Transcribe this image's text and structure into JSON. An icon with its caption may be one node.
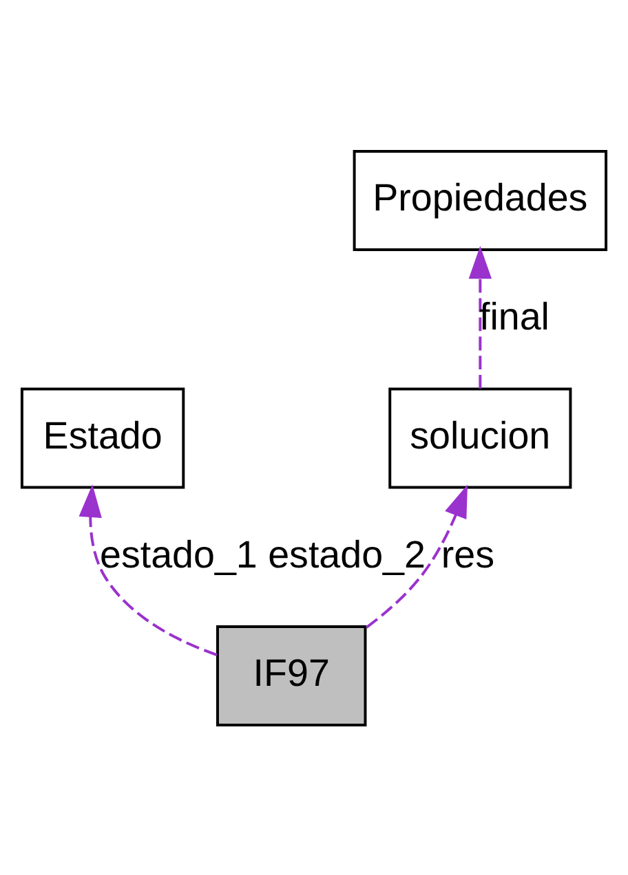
{
  "diagram": {
    "nodes": [
      {
        "text": [
          "Propiedades"
        ]
      },
      {
        "text": [
          "Estado"
        ]
      },
      {
        "text": [
          "solucion"
        ]
      },
      {
        "text": [
          "IF97"
        ]
      }
    ],
    "edges": [
      {
        "from": 2,
        "to": 0,
        "arrow": "to",
        "label": "final",
        "style": "dashed"
      },
      {
        "from": 3,
        "to": 1,
        "arrow": "to",
        "label": "estado_1 estado_2",
        "style": "dashed"
      },
      {
        "from": 3,
        "to": 2,
        "arrow": "to",
        "label": "res",
        "style": "dashed"
      }
    ]
  }
}
